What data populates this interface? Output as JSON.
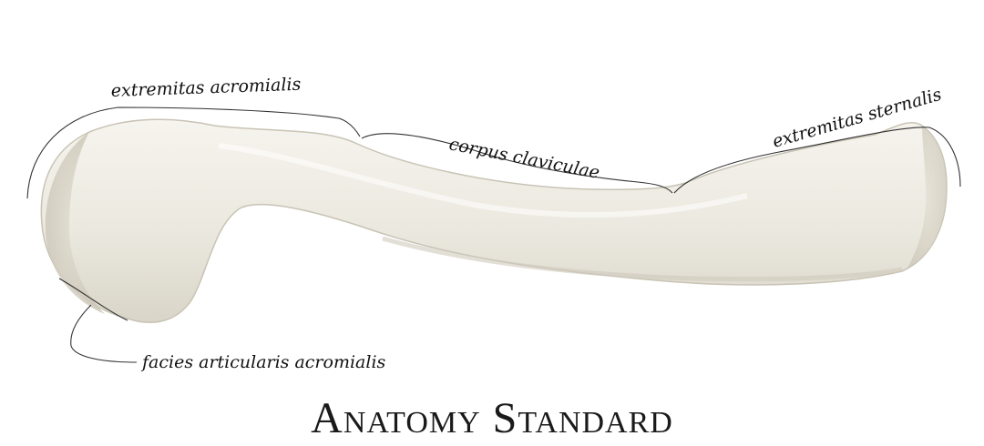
{
  "labels": {
    "acromial_end": "extremitas acromialis",
    "body": "corpus claviculae",
    "sternal_end": "extremitas sternalis",
    "acromial_facet": "facies articularis acromialis"
  },
  "brand": "Anatomy Standard",
  "colors": {
    "bone_light": "#f3f1ea",
    "bone_mid": "#e4e1d6",
    "bone_shadow": "#b8b4a6",
    "line": "#333333",
    "text": "#111111"
  }
}
